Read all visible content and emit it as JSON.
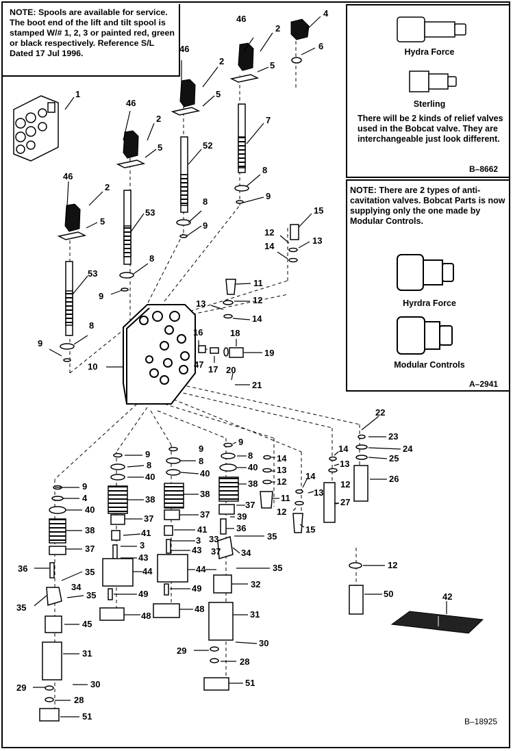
{
  "notes": {
    "spools": "NOTE: Spools are available for service. The boot end of the lift and tilt spool is stamped W/# 1, 2, 3 or painted red, green or black respectively. Reference S/L Dated 17 Jul 1996.",
    "relief": {
      "brand_1": "Hydra Force",
      "brand_2": "Sterling",
      "text": "There will be 2 kinds of relief valves used in the Bobcat valve. They are interchangeable just look different.",
      "ref": "B–8662"
    },
    "anticav": {
      "text": "NOTE: There are 2 types of anti-cavitation valves. Bobcat Parts is now supplying only the one made by Modular Controls.",
      "brand_1": "Hyrdra Force",
      "brand_2": "Modular Controls",
      "ref": "A–2941"
    }
  },
  "figure_ref": "B–18925",
  "callouts": [
    {
      "n": "1"
    },
    {
      "n": "2"
    },
    {
      "n": "2"
    },
    {
      "n": "2"
    },
    {
      "n": "2"
    },
    {
      "n": "3"
    },
    {
      "n": "3"
    },
    {
      "n": "4"
    },
    {
      "n": "4"
    },
    {
      "n": "5"
    },
    {
      "n": "5"
    },
    {
      "n": "5"
    },
    {
      "n": "5"
    },
    {
      "n": "6"
    },
    {
      "n": "7"
    },
    {
      "n": "8"
    },
    {
      "n": "8"
    },
    {
      "n": "8"
    },
    {
      "n": "8"
    },
    {
      "n": "8"
    },
    {
      "n": "8"
    },
    {
      "n": "8"
    },
    {
      "n": "9"
    },
    {
      "n": "9"
    },
    {
      "n": "9"
    },
    {
      "n": "9"
    },
    {
      "n": "9"
    },
    {
      "n": "9"
    },
    {
      "n": "9"
    },
    {
      "n": "9"
    },
    {
      "n": "10"
    },
    {
      "n": "11"
    },
    {
      "n": "11"
    },
    {
      "n": "12"
    },
    {
      "n": "12"
    },
    {
      "n": "12"
    },
    {
      "n": "12"
    },
    {
      "n": "12"
    },
    {
      "n": "12"
    },
    {
      "n": "13"
    },
    {
      "n": "13"
    },
    {
      "n": "13"
    },
    {
      "n": "13"
    },
    {
      "n": "13"
    },
    {
      "n": "14"
    },
    {
      "n": "14"
    },
    {
      "n": "14"
    },
    {
      "n": "14"
    },
    {
      "n": "14"
    },
    {
      "n": "15"
    },
    {
      "n": "15"
    },
    {
      "n": "16"
    },
    {
      "n": "17"
    },
    {
      "n": "18"
    },
    {
      "n": "19"
    },
    {
      "n": "20"
    },
    {
      "n": "21"
    },
    {
      "n": "22"
    },
    {
      "n": "23"
    },
    {
      "n": "24"
    },
    {
      "n": "25"
    },
    {
      "n": "26"
    },
    {
      "n": "27"
    },
    {
      "n": "28"
    },
    {
      "n": "28"
    },
    {
      "n": "29"
    },
    {
      "n": "29"
    },
    {
      "n": "30"
    },
    {
      "n": "30"
    },
    {
      "n": "31"
    },
    {
      "n": "31"
    },
    {
      "n": "32"
    },
    {
      "n": "33"
    },
    {
      "n": "34"
    },
    {
      "n": "34"
    },
    {
      "n": "35"
    },
    {
      "n": "35"
    },
    {
      "n": "35"
    },
    {
      "n": "35"
    },
    {
      "n": "35"
    },
    {
      "n": "36"
    },
    {
      "n": "36"
    },
    {
      "n": "37"
    },
    {
      "n": "37"
    },
    {
      "n": "37"
    },
    {
      "n": "37"
    },
    {
      "n": "37"
    },
    {
      "n": "38"
    },
    {
      "n": "38"
    },
    {
      "n": "38"
    },
    {
      "n": "38"
    },
    {
      "n": "39"
    },
    {
      "n": "40"
    },
    {
      "n": "40"
    },
    {
      "n": "40"
    },
    {
      "n": "40"
    },
    {
      "n": "41"
    },
    {
      "n": "41"
    },
    {
      "n": "42"
    },
    {
      "n": "43"
    },
    {
      "n": "43"
    },
    {
      "n": "44"
    },
    {
      "n": "44"
    },
    {
      "n": "45"
    },
    {
      "n": "46"
    },
    {
      "n": "46"
    },
    {
      "n": "46"
    },
    {
      "n": "46"
    },
    {
      "n": "47"
    },
    {
      "n": "48"
    },
    {
      "n": "48"
    },
    {
      "n": "49"
    },
    {
      "n": "49"
    },
    {
      "n": "50"
    },
    {
      "n": "51"
    },
    {
      "n": "51"
    },
    {
      "n": "52"
    },
    {
      "n": "53"
    },
    {
      "n": "53"
    }
  ]
}
